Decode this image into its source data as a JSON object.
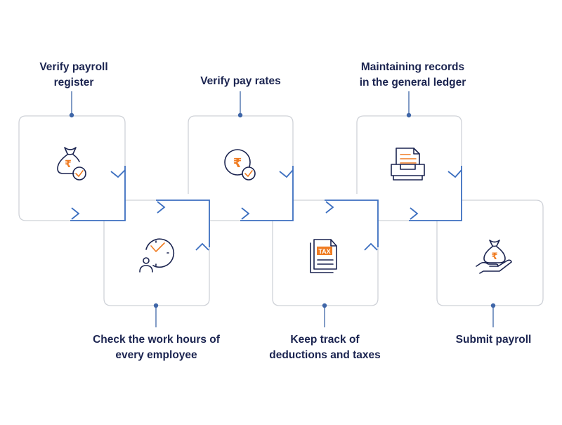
{
  "steps": [
    {
      "line1": "Verify payroll",
      "line2": "register",
      "icon": "money-bag-check-icon"
    },
    {
      "line1": "Check the work hours of",
      "line2": "every employee",
      "icon": "employee-clock-icon"
    },
    {
      "line1": "Verify pay rates",
      "line2": "",
      "icon": "rupee-coin-check-icon"
    },
    {
      "line1": "Keep track of",
      "line2": "deductions and taxes",
      "icon": "tax-document-icon"
    },
    {
      "line1": "Maintaining records",
      "line2": "in the general ledger",
      "icon": "ledger-tray-icon"
    },
    {
      "line1": "Submit payroll",
      "line2": "",
      "icon": "hand-money-bag-icon"
    }
  ],
  "icons": {
    "tax_text": "TAX",
    "rupee_symbol": "₹"
  },
  "colors": {
    "navy": "#1b2450",
    "accent_blue": "#3c6fc0",
    "orange": "#f07c22",
    "box_border": "#cfd2d8",
    "dot_blue": "#3f66a8"
  }
}
